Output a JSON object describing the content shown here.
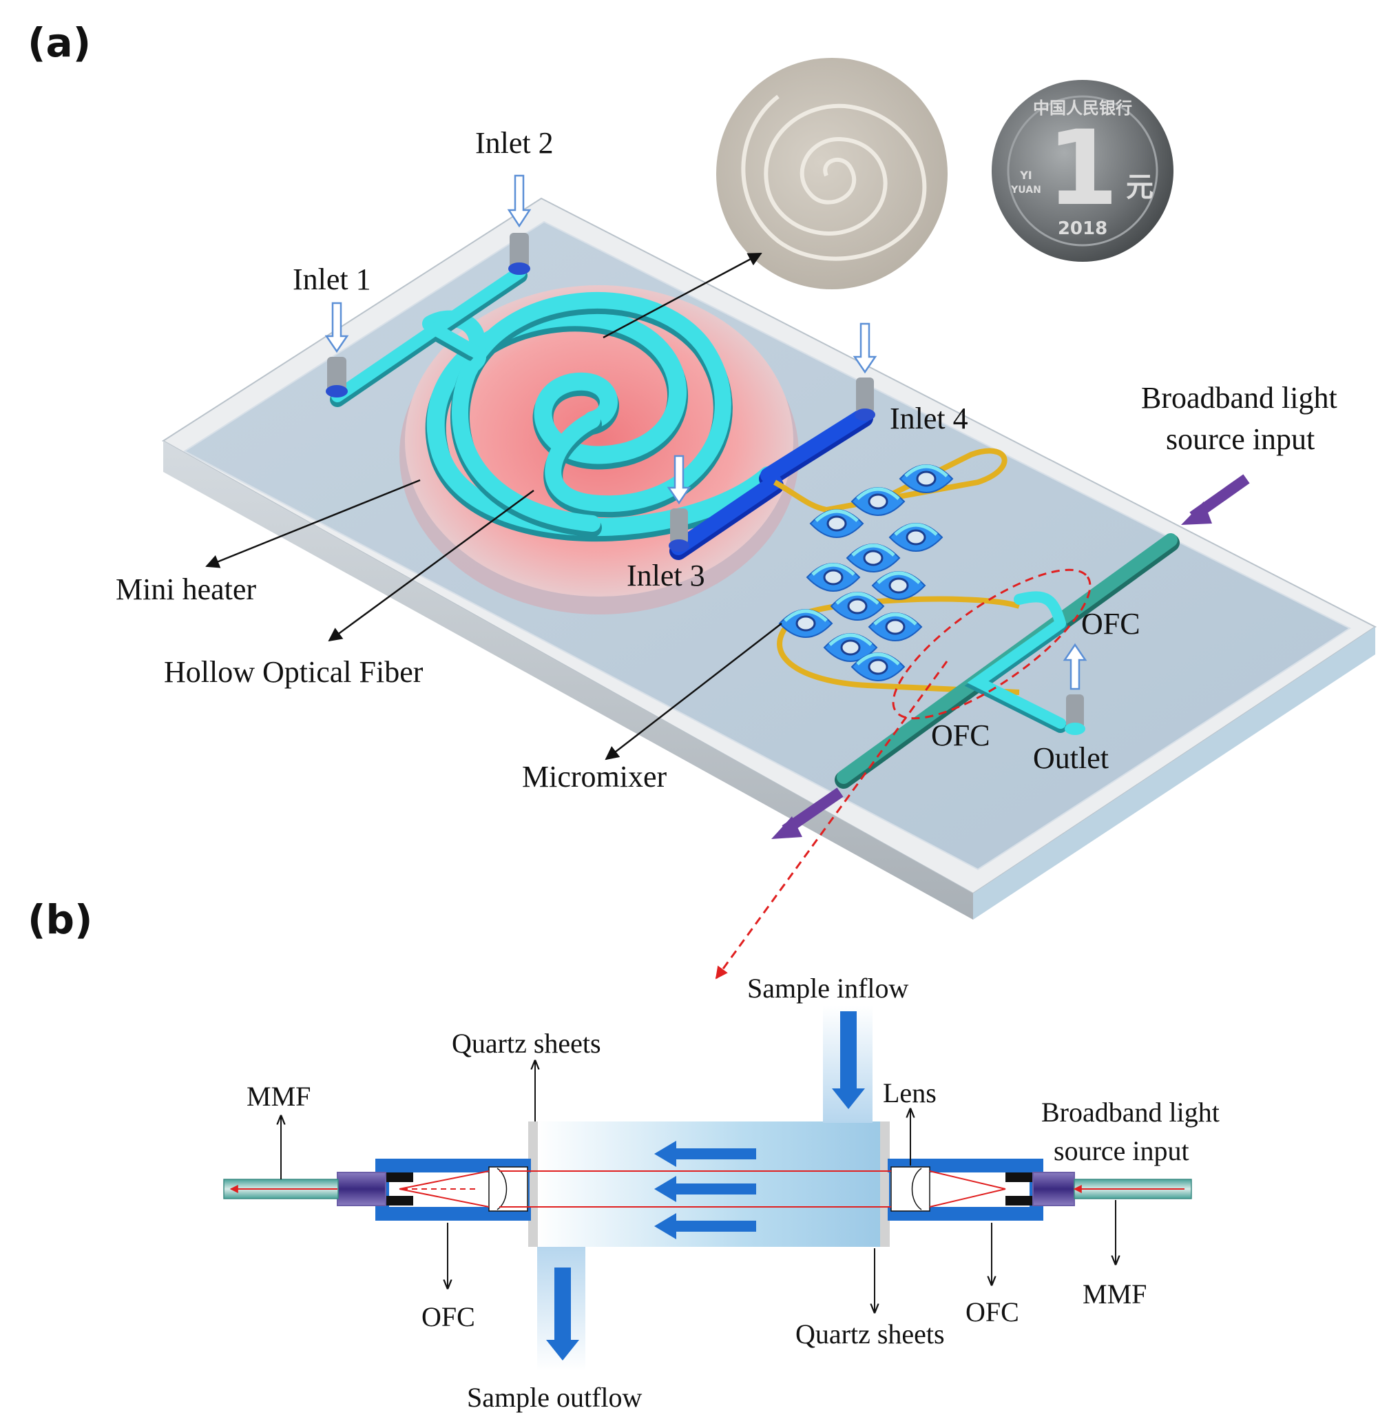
{
  "panels": {
    "a": "(a)",
    "b": "(b)"
  },
  "labels_a": {
    "inlet1": "Inlet 1",
    "inlet2": "Inlet 2",
    "inlet3": "Inlet 3",
    "inlet4": "Inlet 4",
    "broadband_line1": "Broadband light",
    "broadband_line2": "source input",
    "ofc_right": "OFC",
    "ofc_left": "OFC",
    "outlet": "Outlet",
    "mini_heater": "Mini heater",
    "hollow_fiber": "Hollow Optical Fiber",
    "micromixer": "Micromixer"
  },
  "coin": {
    "numeral": "1",
    "year": "2018",
    "yi": "YI",
    "yuan": "YUAN",
    "yuan_char": "元",
    "top_text": "中国人民银行"
  },
  "labels_b": {
    "sample_inflow": "Sample inflow",
    "quartz_left": "Quartz sheets",
    "mmf_left": "MMF",
    "lens": "Lens",
    "broadband_line1": "Broadband light",
    "broadband_line2": "source input",
    "ofc_left": "OFC",
    "quartz_right": "Quartz sheets",
    "ofc_right": "OFC",
    "mmf_right": "MMF",
    "sample_outflow": "Sample outflow"
  },
  "colors": {
    "channel": "#3fe0e6",
    "channel_dark": "#1a4fe0",
    "heater": "#f08a8e",
    "fiber": "#3aa99a",
    "flow_arrow": "#1f6fd0",
    "light_arrow": "#6a3fa0",
    "beam": "#e02020"
  }
}
